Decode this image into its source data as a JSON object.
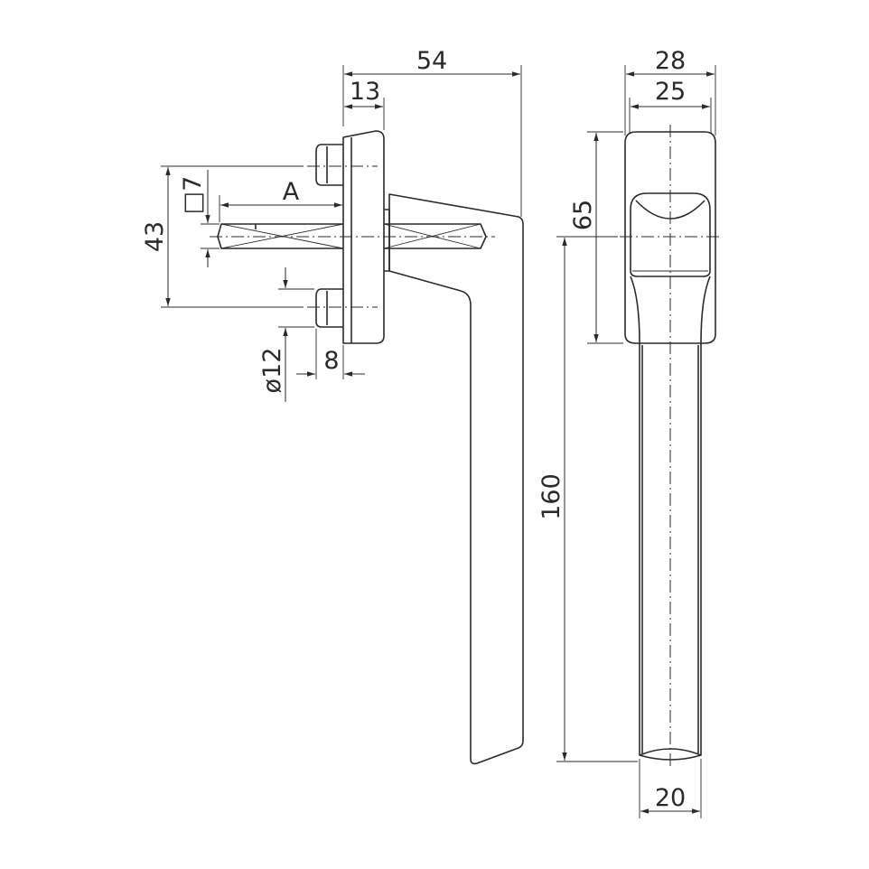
{
  "dimensions": {
    "total_depth": "54",
    "rosette_depth": "13",
    "rosette_height": "43",
    "spindle_square": "□7",
    "spindle_length": "A",
    "boss_diameter": "ø12",
    "boss_length": "8",
    "grip_width_outer": "28",
    "grip_width_inner": "25",
    "grip_head_height": "65",
    "lever_length": "160",
    "lever_tip_width": "20"
  }
}
